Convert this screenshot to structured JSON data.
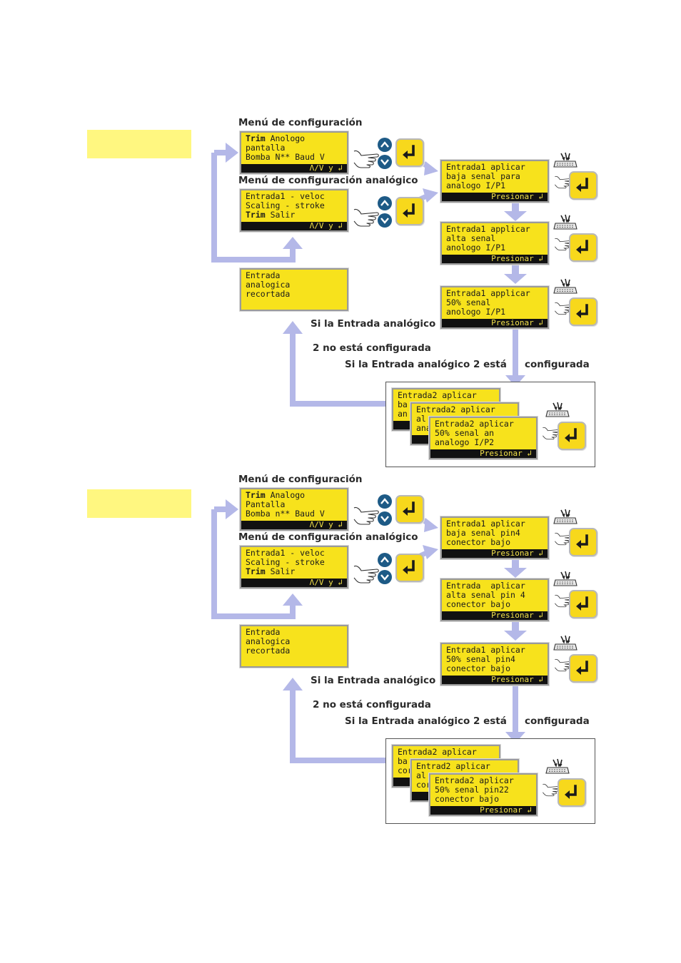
{
  "colors": {
    "lcd": "#f7e21c",
    "arrow": "#b4b8e8",
    "highlight": "#fff780",
    "button": "#f7d81c",
    "updown": "#1d5a86"
  },
  "sections": [
    {
      "menu_heading": "Menú de configuración",
      "analog_heading": "Menú de configuración analógico",
      "main_lcd": {
        "l1": "Trim",
        "l1b": " Anologo",
        "l2": "pantalla",
        "l3": "Bomba N** Baud V",
        "bar": "Λ/V y ↲"
      },
      "analog_lcd": {
        "l1": "Entrada1 - veloc",
        "l2": "Scaling - stroke",
        "l3": "Trim",
        "l3b": " Salir",
        "bar": "Λ/V y ↲"
      },
      "clipped_lcd": {
        "l1": "Entrada",
        "l2": "analogica",
        "l3": "recortada"
      },
      "step1": {
        "l1": "Entrada1 aplicar",
        "l2": "baja senal para",
        "l3": "analogo I/P1",
        "bar": "Presionar ↲"
      },
      "step2": {
        "l1": "Entrada1 applicar",
        "l2": "alta senal",
        "l3": "anologo I/P1",
        "bar": "Presionar ↲"
      },
      "step3": {
        "l1": "Entrada1 applicar",
        "l2": "50% senal",
        "l3": "anologo I/P1",
        "bar": "Presionar ↲"
      },
      "label_a": "Si la Entrada analógico",
      "label_b": "2 no está configurada",
      "label_c": "Si la Entrada analógico 2 está",
      "label_d": "configurada",
      "stack1": {
        "l1": "Entrada2 aplicar",
        "l2": "ba",
        "l3": "an"
      },
      "stack2": {
        "l1": "Entrada2 aplicar",
        "l2": "al",
        "l3": "ana"
      },
      "stack3": {
        "l1": "Entrada2 aplicar",
        "l2": "50% senal an",
        "l3": "analogo I/P2",
        "bar": "Presionar ↲"
      }
    },
    {
      "menu_heading": "Menú de configuración",
      "analog_heading": "Menú de configuración analógico",
      "main_lcd": {
        "l1": "Trim",
        "l1b": " Analogo",
        "l2": "Pantalla",
        "l3": "Bomba n** Baud V",
        "bar": "Λ/V y ↲"
      },
      "analog_lcd": {
        "l1": "Entrada1 - veloc",
        "l2": "Scaling - stroke",
        "l3": "Trim",
        "l3b": " Salir",
        "bar": "Λ/V y ↲"
      },
      "clipped_lcd": {
        "l1": "Entrada",
        "l2": "analogica",
        "l3": "recortada"
      },
      "step1": {
        "l1": "Entrada1 aplicar",
        "l2": "baja senal pin4",
        "l3": "conector bajo",
        "bar": "Presionar ↲"
      },
      "step2": {
        "l1": "Entrada  aplicar",
        "l2": "alta senal pin 4",
        "l3": "conector bajo",
        "bar": "Presionar ↲"
      },
      "step3": {
        "l1": "Entrada1 aplicar",
        "l2": "50% senal pin4",
        "l3": "conector bajo",
        "bar": "Presionar ↲"
      },
      "label_a": "Si la Entrada analógico",
      "label_b": "2 no está configurada",
      "label_c": "Si la Entrada analógico 2 está",
      "label_d": "configurada",
      "stack1": {
        "l1": "Entrada2 aplicar",
        "l2": "ba",
        "l3": "cor"
      },
      "stack2": {
        "l1": "Entrad2 aplicar",
        "l2": "al",
        "l3": "cor"
      },
      "stack3": {
        "l1": "Entrada2 aplicar",
        "l2": "50% senal pin22",
        "l3": "conector bajo",
        "bar": "Presionar ↲"
      }
    }
  ]
}
